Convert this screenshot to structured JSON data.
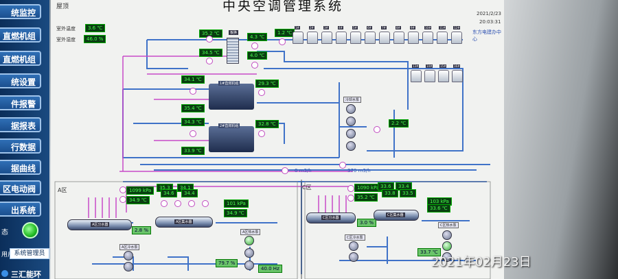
{
  "nav": {
    "items": [
      {
        "label": "统监控"
      },
      {
        "label": "直燃机组"
      },
      {
        "label": "直燃机组"
      },
      {
        "label": "统设置"
      },
      {
        "label": "件报警"
      },
      {
        "label": "据报表"
      },
      {
        "label": "行数据"
      },
      {
        "label": "据曲线"
      },
      {
        "label": "区电动阀"
      },
      {
        "label": "出系统"
      }
    ],
    "status_label": "态",
    "user_label": "用户",
    "user_value": "系统管理员",
    "brand": "三汇能环"
  },
  "header": {
    "title": "中央空调管理系统",
    "region": "屋顶",
    "date": "2021/2/23",
    "time": "20:03:31",
    "company": "东方电建办中心"
  },
  "outdoor": {
    "temp_label": "室外温度",
    "temp_value": "3.6 ℃",
    "humidity_label": "室外湿度",
    "humidity_value": "46.0 %"
  },
  "readings": {
    "r1": "35.2 ℃",
    "r2": "34.5 ℃",
    "r3": "4.3 ℃",
    "r4": "4.0 ℃",
    "r5": "1.2 ℃",
    "r6": "34.1 ℃",
    "r7": "35.4 ℃",
    "r8": "29.3 ℃",
    "r9": "34.3 ℃",
    "r10": "33.9 ℃",
    "r11": "32.8 ℃",
    "r12": "2.2 ℃",
    "r13": "0 m3/h",
    "r14": "370 m3/h"
  },
  "plate_label": "板换",
  "chiller1_label": "1#直燃机组",
  "chiller2_label": "2#直燃机组",
  "cooling_pump_label": "冷却水泵",
  "towers": {
    "row1": [
      "1#",
      "2#",
      "3#",
      "4#",
      "5#",
      "6#",
      "7#",
      "8#",
      "9#",
      "10#",
      "11#",
      "12#"
    ],
    "row2": [
      "13#",
      "14#",
      "15#",
      "16#"
    ]
  },
  "area_a": {
    "label": "A区",
    "r1": "1099 kPa",
    "r2": "34.9 ℃",
    "r3": "2.8 %",
    "r4": "101 kPa",
    "r5": "34.9 ℃",
    "r6": "79.7 %",
    "r7": "40.0 Hz",
    "small": [
      "35.3",
      "34.1",
      "34.6",
      "34.4"
    ],
    "distributor": "A区分水器",
    "collector": "A区集水器",
    "cold_pump": "A区冷水泵",
    "hot_pump": "A区热水泵"
  },
  "area_c": {
    "label": "C区",
    "r1": "1090 kPa",
    "r2": "35.2 ℃",
    "r3": "3.0 %",
    "r4": "103 kPa",
    "r5": "33.6 ℃",
    "r6": "33.7 ℃",
    "small": [
      "33.6",
      "33.4",
      "33.8",
      "33.5"
    ],
    "distributor": "C区分水器",
    "collector": "C区集水器",
    "cold_pump": "C区冷水泵",
    "hot_pump": "C区热水泵"
  },
  "photo_stamp": "2021年02月23日",
  "colors": {
    "pipe_blue": "#3f72c8",
    "pipe_pink": "#c84ac8",
    "value_bg": "#0a3d12",
    "value_fg": "#46ff4a"
  }
}
